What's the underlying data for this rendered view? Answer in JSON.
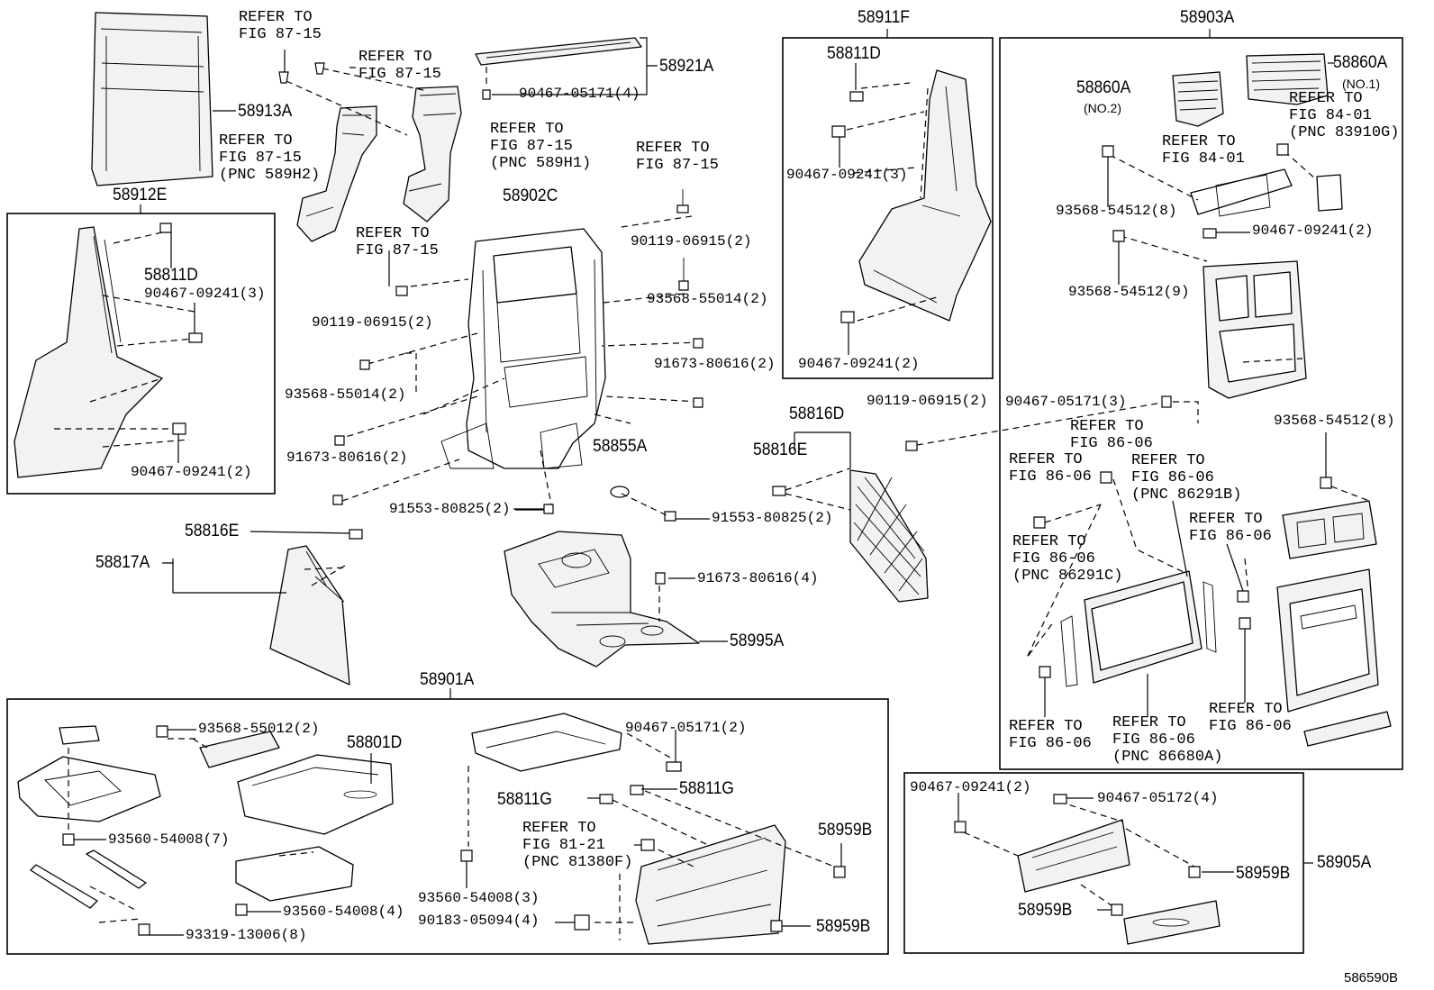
{
  "diagram_id": "586590B",
  "labels": {
    "refer_8715_a": "REFER TO\nFIG 87-15",
    "refer_8715_b": "REFER TO\nFIG 87-15",
    "refer_8715_pnc589h2": "REFER TO\nFIG 87-15\n(PNC 589H2)",
    "refer_8715_pnc589h1": "REFER TO\nFIG 87-15\n(PNC 589H1)",
    "refer_8715_c": "REFER TO\nFIG 87-15",
    "refer_8715_d": "REFER TO\nFIG 87-15",
    "p58913A": "58913A",
    "p58921A": "58921A",
    "c90467_05171_4": "90467-05171(4)",
    "p58902C": "58902C",
    "p58912E": "58912E",
    "p58811D_left": "58811D",
    "c90467_09241_3_left": "90467-09241(3)",
    "c90467_09241_2_left": "90467-09241(2)",
    "c90119_06915_2_r": "90119-06915(2)",
    "c93568_55014_2_r": "93568-55014(2)",
    "c91673_80616_2_r": "91673-80616(2)",
    "c90119_06915_2_l": "90119-06915(2)",
    "c93568_55014_2_l": "93568-55014(2)",
    "c91673_80616_2_l": "91673-80616(2)",
    "p58855A": "58855A",
    "c91553_80825_2_l": "91553-80825(2)",
    "c91553_80825_2_r": "91553-80825(2)",
    "p58816E_top": "58816E",
    "p58817A": "58817A",
    "c91673_80616_4": "91673-80616(4)",
    "p58995A": "58995A",
    "p58911F": "58911F",
    "p58811D_mid": "58811D",
    "c90467_09241_3_mid": "90467-09241(3)",
    "c90467_09241_2_mid": "90467-09241(2)",
    "p58816D": "58816D",
    "p58816E_mid": "58816E",
    "c90119_06915_2_mid": "90119-06915(2)",
    "p58903A": "58903A",
    "p58860A_no2": "58860A",
    "note_no2": "(NO.2)",
    "p58860A_no1": "58860A",
    "note_no1": "(NO.1)",
    "refer_8401_pnc83910g": "REFER TO\nFIG 84-01\n(PNC 83910G)",
    "refer_8401": "REFER TO\nFIG 84-01",
    "c93568_54512_8_a": "93568-54512(8)",
    "c90467_09241_2_r": "90467-09241(2)",
    "c93568_54512_9": "93568-54512(9)",
    "c90467_05171_3": "90467-05171(3)",
    "refer_8606_a": "REFER TO\nFIG 86-06",
    "c93568_54512_8_b": "93568-54512(8)",
    "refer_8606_b": "REFER TO\nFIG 86-06",
    "refer_8606_pnc86291b": "REFER TO\nFIG 86-06\n(PNC 86291B)",
    "refer_8606_c": "REFER TO\nFIG 86-06",
    "refer_8606_pnc86291c": "REFER TO\nFIG 86-06\n(PNC 86291C)",
    "refer_8606_d": "REFER TO\nFIG 86-06",
    "refer_8606_e": "REFER TO\nFIG 86-06",
    "refer_8606_pnc86680a": "REFER TO\nFIG 86-06\n(PNC 86680A)",
    "p58901A": "58901A",
    "c93568_55012_2": "93568-55012(2)",
    "p58801D": "58801D",
    "c93560_54008_7": "93560-54008(7)",
    "c93560_54008_4": "93560-54008(4)",
    "c93319_13006_8": "93319-13006(8)",
    "c90467_05171_2": "90467-05171(2)",
    "p58811G_l": "58811G",
    "p58811G_r": "58811G",
    "refer_8121_pnc81380f": "REFER TO\nFIG 81-21\n(PNC 81380F)",
    "p58959B_a": "58959B",
    "c93560_54008_3": "93560-54008(3)",
    "c90183_05094_4": "90183-05094(4)",
    "p58959B_b": "58959B",
    "c90467_09241_2_br": "90467-09241(2)",
    "c90467_05172_4": "90467-05172(4)",
    "p58959B_c": "58959B",
    "p58905A": "58905A",
    "p58959B_d": "58959B"
  }
}
